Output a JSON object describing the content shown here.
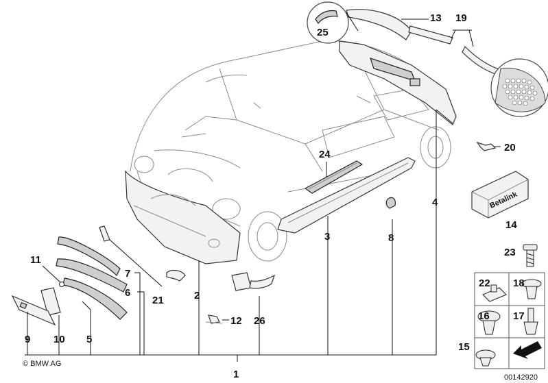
{
  "copyright": "© BMW AG",
  "diagram_id": "00142920",
  "badge_text": "Betalink",
  "callouts": {
    "p1": "1",
    "p2": "2",
    "p3": "3",
    "p4": "4",
    "p5": "5",
    "p6": "6",
    "p7": "7",
    "p8": "8",
    "p9": "9",
    "p10": "10",
    "p11": "11",
    "p12": "12",
    "p13": "13",
    "p14": "14",
    "p15": "15",
    "p16": "16",
    "p17": "17",
    "p18": "18",
    "p19": "19",
    "p20": "20",
    "p21": "21",
    "p22": "22",
    "p23": "23",
    "p24": "24",
    "p25": "25",
    "p26": "26"
  }
}
